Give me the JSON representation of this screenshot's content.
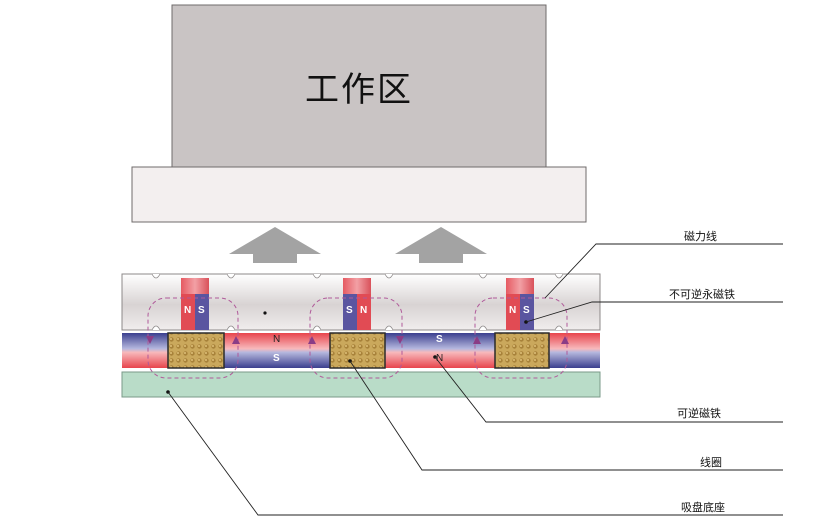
{
  "workpiece": {
    "label": "工作区"
  },
  "callouts": {
    "magnetic_lines": "磁力线",
    "irreversible_magnet": "不可逆永磁铁",
    "reversible_magnet": "可逆磁铁",
    "coil": "线圈",
    "chuck_base": "吸盘底座"
  },
  "poles": {
    "n": "N",
    "s": "S"
  },
  "colors": {
    "workpiece": "#c9c4c4",
    "workpiece_border": "#6f6b6b",
    "pressure_plate": "#f3efef",
    "lift_arrow": "#9e9e9e",
    "top_plate": "#e2dede",
    "irreversible_magnet_n": "#d9515a",
    "irreversible_magnet_s": "#5a55a0",
    "reversible_magnet_red": "#e0434c",
    "reversible_magnet_blue": "#3b3f8e",
    "coil": "#c8a65a",
    "base": "#b9dcc8",
    "flux_line": "#b05a9a"
  }
}
